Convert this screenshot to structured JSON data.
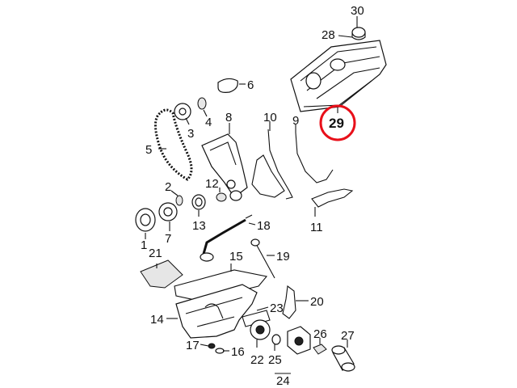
{
  "callouts": {
    "c1": "1",
    "c2": "2",
    "c3": "3",
    "c4": "4",
    "c5": "5",
    "c6": "6",
    "c7": "7",
    "c8": "8",
    "c9": "9",
    "c10": "10",
    "c11": "11",
    "c12": "12",
    "c13": "13",
    "c14": "14",
    "c15": "15",
    "c16": "16",
    "c17": "17",
    "c18": "18",
    "c19": "19",
    "c20": "20",
    "c21": "21",
    "c22": "22",
    "c23": "23",
    "c24": "24",
    "c25": "25",
    "c26": "26",
    "c27": "27",
    "c28": "28",
    "c29": "29",
    "c30": "30"
  },
  "highlight": {
    "callout": "29",
    "color": "#e8101a"
  },
  "colors": {
    "line": "#111111",
    "background": "#ffffff"
  }
}
